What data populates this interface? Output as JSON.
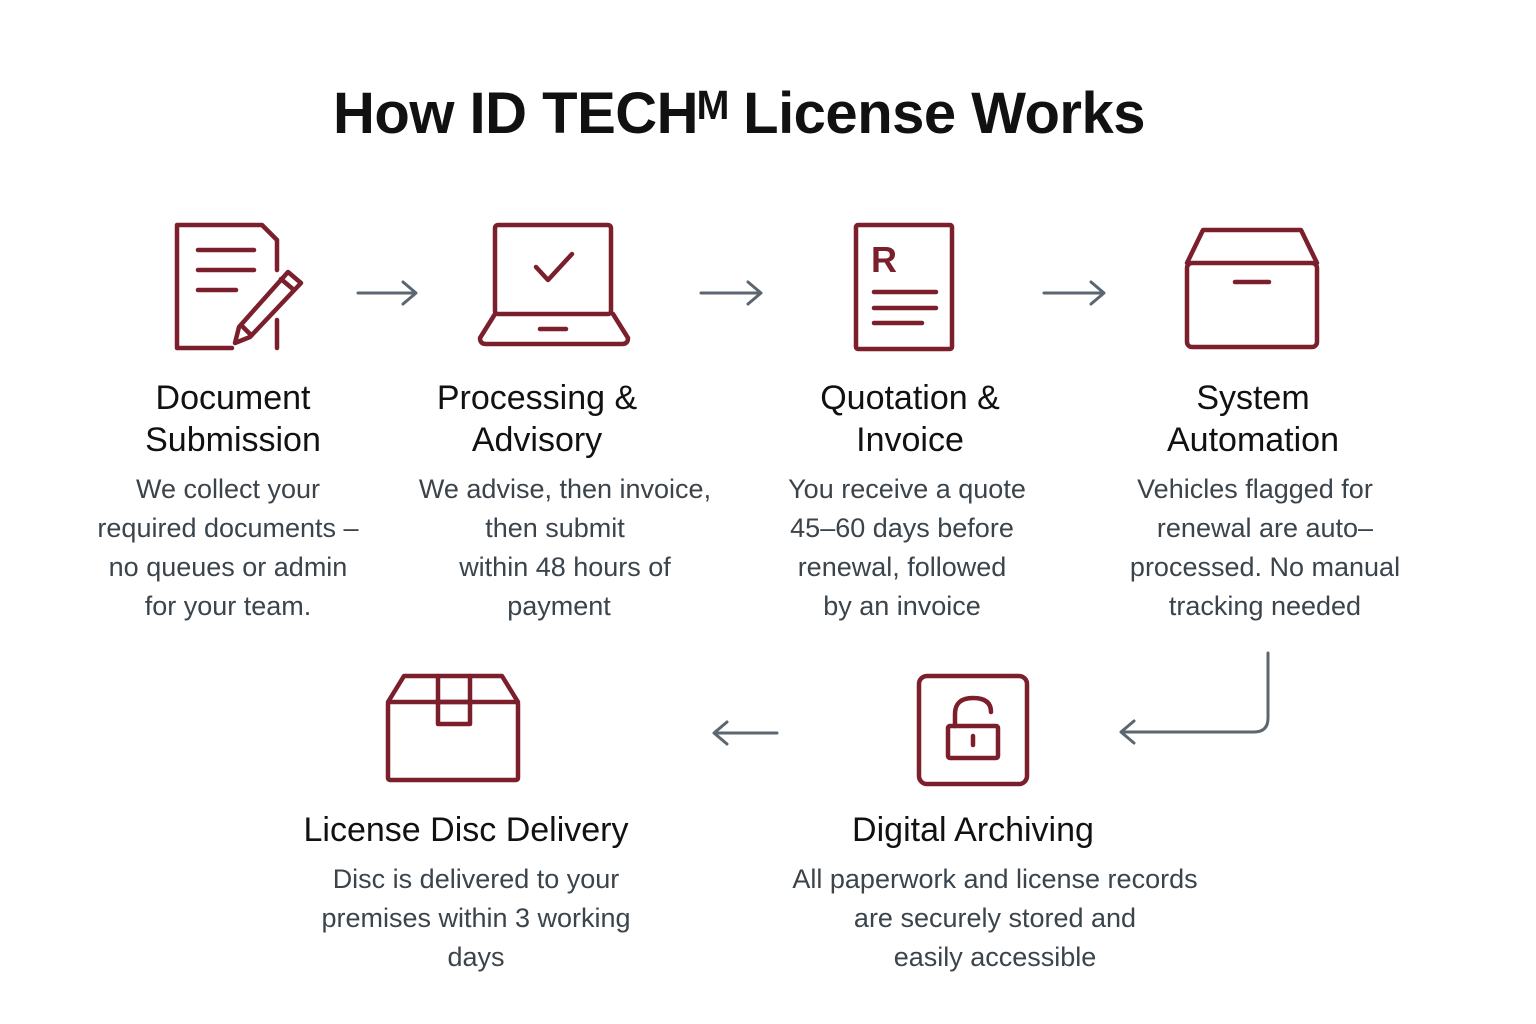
{
  "title": "How ID TECHᴹ License Works",
  "colors": {
    "accent": "#7a1f2b",
    "arrow": "#5b6670",
    "title_text": "#111111",
    "body_text": "#3b444b"
  },
  "steps": [
    {
      "icon": "document-edit-icon",
      "title_lines": [
        "Document",
        "Submission"
      ],
      "desc_lines": [
        "We collect your",
        "required documents –",
        "no queues or admin",
        "for your team."
      ]
    },
    {
      "icon": "laptop-check-icon",
      "title_lines": [
        "Processing &",
        "Advisory"
      ],
      "desc_lines": [
        "We advise, then invoice,",
        "then submit",
        "within 48 hours of",
        "payment"
      ]
    },
    {
      "icon": "invoice-icon",
      "icon_letter": "R",
      "title_lines": [
        "Quotation &",
        "Invoice"
      ],
      "desc_lines": [
        "You receive a quote",
        "45–60 days before",
        "renewal, followed",
        "by an invoice"
      ]
    },
    {
      "icon": "box-icon",
      "title_lines": [
        "System",
        "Automation"
      ],
      "desc_lines": [
        "Vehicles flagged for",
        "renewal are auto–",
        "processed. No manual",
        "tracking needed"
      ]
    },
    {
      "icon": "lock-icon",
      "title_lines": [
        "Digital Archiving"
      ],
      "desc_lines": [
        "All paperwork and license records",
        "are securely stored and",
        "easily accessible"
      ]
    },
    {
      "icon": "package-icon",
      "title_lines": [
        "License Disc Delivery"
      ],
      "desc_lines": [
        "Disc is delivered to your",
        "premises within 3 working",
        "days"
      ]
    }
  ]
}
